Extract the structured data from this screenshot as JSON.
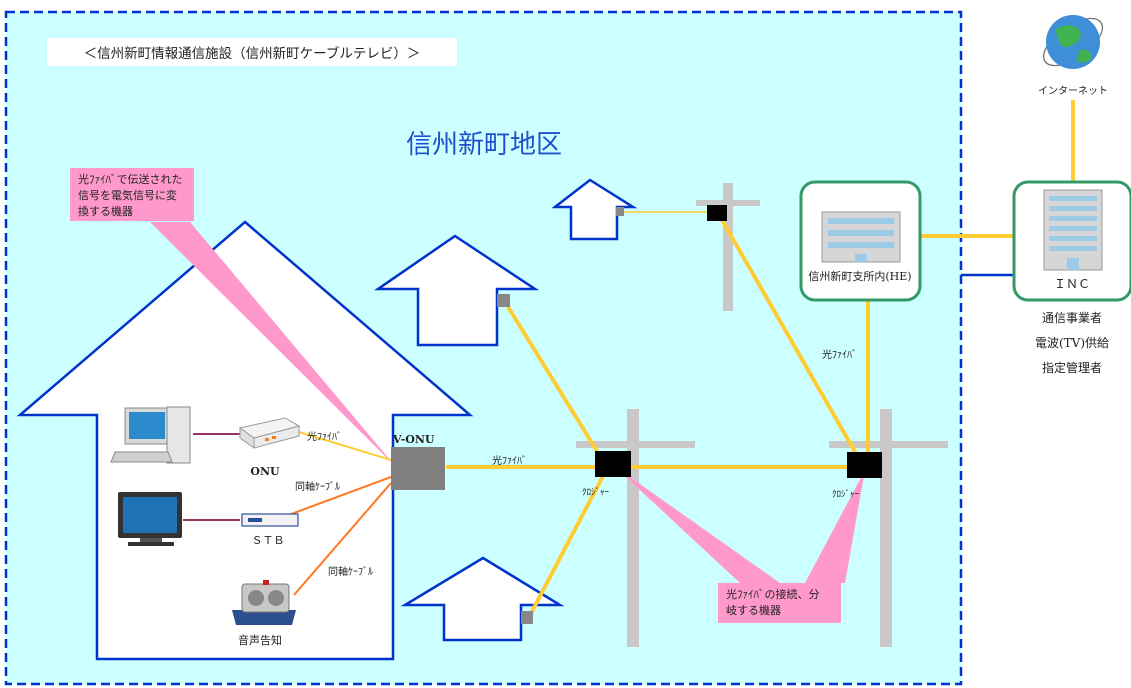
{
  "facility_title": "＜信州新町情報通信施設（信州新町ケーブルテレビ）＞",
  "area_title": "信州新町地区",
  "callouts": {
    "onu_note": [
      "光ﾌｧｲﾊﾞで伝送された",
      "信号を電気信号に変",
      "換する機器"
    ],
    "closure_note": [
      "光ﾌｧｲﾊﾞの接続、分",
      "岐する機器"
    ]
  },
  "internet": {
    "label": "インターネット"
  },
  "he": {
    "label": "信州新町支所内(HE)"
  },
  "inc": {
    "label": "ＩＮＣ",
    "roles": [
      "通信事業者",
      "電波(TV)供給",
      "指定管理者"
    ]
  },
  "devices": {
    "vonu": "V-ONU",
    "onu": "ONU",
    "stb": "ＳＴＢ",
    "speaker": "音声告知"
  },
  "links": {
    "fiber": "光ﾌｧｲﾊﾞ",
    "coax": "同軸ｹｰﾌﾞﾙ",
    "closure": "ｸﾛｼﾞｬｰ"
  },
  "colors": {
    "area_fill": "#ccffff",
    "area_border": "#0033cc",
    "fiber": "#ffcc33",
    "coax": "#ff7722",
    "lan": "#993366",
    "callout": "#ff99cc",
    "building_border": "#339966"
  }
}
